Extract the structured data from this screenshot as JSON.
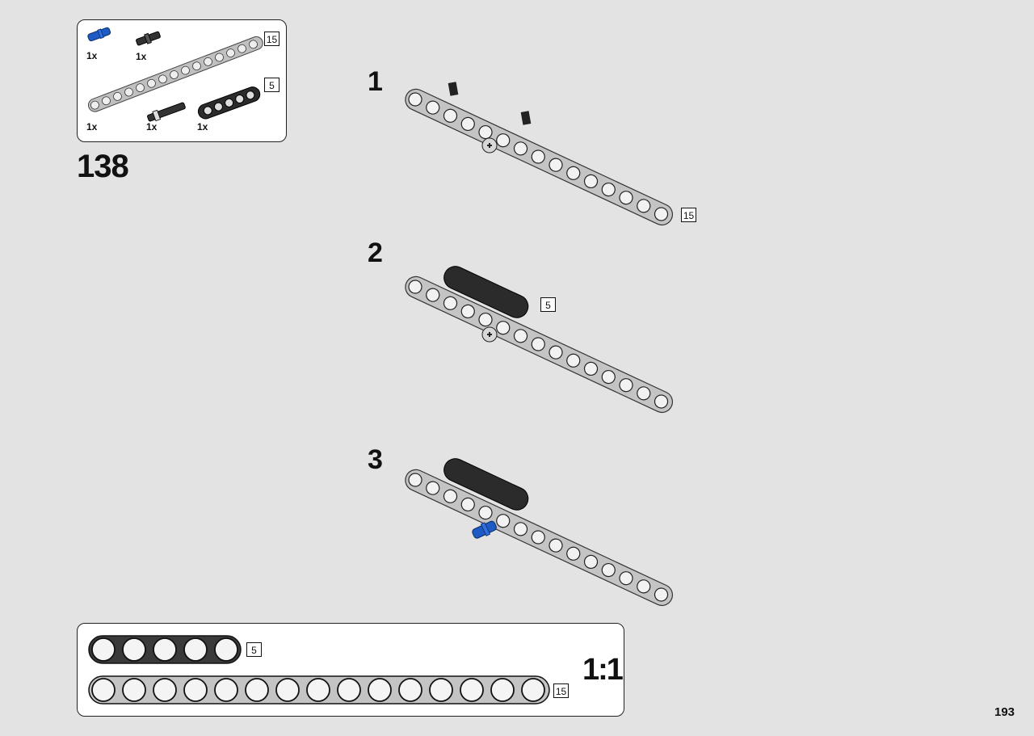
{
  "parts_list": {
    "items": [
      {
        "part": "blue-pin",
        "qty": "1x",
        "color": "#1f5bc4"
      },
      {
        "part": "black-axle-pin",
        "qty": "1x",
        "color": "#222222"
      },
      {
        "part": "gray-beam-15",
        "qty": "1x",
        "length": "15",
        "color": "#b8b8b8"
      },
      {
        "part": "black-axle-pin-long",
        "qty": "1x",
        "color": "#222222"
      },
      {
        "part": "black-beam-5",
        "qty": "1x",
        "length": "5",
        "color": "#2b2b2b"
      }
    ]
  },
  "step": {
    "number": "138"
  },
  "substeps": [
    {
      "number": "1",
      "callout": "15"
    },
    {
      "number": "2",
      "callout": "5"
    },
    {
      "number": "3"
    }
  ],
  "ruler": {
    "beams": [
      {
        "length": "5",
        "color": "#3a3a3a"
      },
      {
        "length": "15",
        "color": "#c4c4c4"
      }
    ],
    "scale": "1:1"
  },
  "page": {
    "number": "193"
  },
  "colors": {
    "background": "#e3e3e3",
    "gray_beam": "#c0c0c0",
    "black_beam": "#2b2b2b",
    "blue_pin": "#1f5bc4"
  }
}
